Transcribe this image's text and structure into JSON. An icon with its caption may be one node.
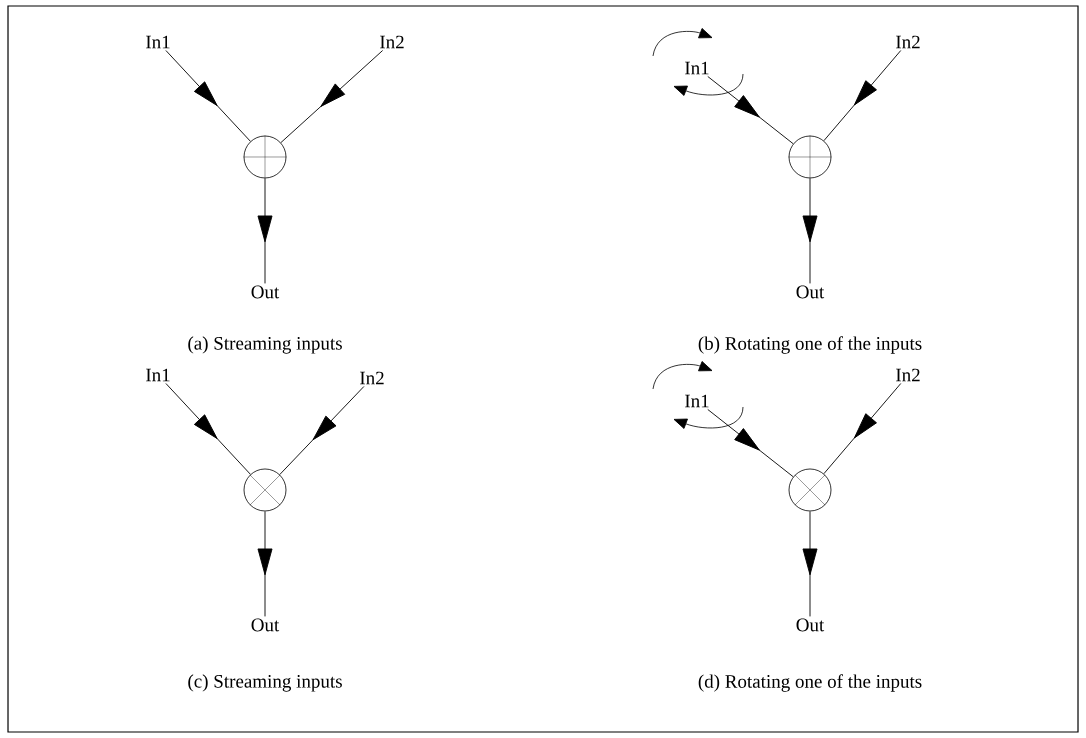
{
  "diagram": {
    "nodes": [
      {
        "text": [
          "In1"
        ]
      },
      {
        "text": [
          "In2"
        ]
      },
      {
        "text": [],
        "shape": "circle"
      },
      {
        "text": [
          "Out"
        ]
      },
      {
        "text": [
          "In1"
        ]
      },
      {
        "text": [
          "In2"
        ]
      },
      {
        "text": [],
        "shape": "circle"
      },
      {
        "text": [
          "Out"
        ]
      },
      {
        "text": [
          "In1"
        ]
      },
      {
        "text": [
          "In2"
        ]
      },
      {
        "text": [],
        "shape": "circle"
      },
      {
        "text": [
          "Out"
        ]
      },
      {
        "text": [
          "In1"
        ]
      },
      {
        "text": [
          "In2"
        ]
      },
      {
        "text": [],
        "shape": "circle"
      },
      {
        "text": [
          "Out"
        ]
      }
    ],
    "edges": [
      {
        "from": 0,
        "to": 2,
        "arrow": "to"
      },
      {
        "from": 1,
        "to": 2,
        "arrow": "to"
      },
      {
        "from": 2,
        "to": 3,
        "arrow": "to"
      },
      {
        "from": 4,
        "to": 6,
        "arrow": "to"
      },
      {
        "from": 5,
        "to": 6,
        "arrow": "to"
      },
      {
        "from": 6,
        "to": 7,
        "arrow": "to"
      },
      {
        "from": 8,
        "to": 10,
        "arrow": "to"
      },
      {
        "from": 9,
        "to": 10,
        "arrow": "to"
      },
      {
        "from": 10,
        "to": 11,
        "arrow": "to"
      },
      {
        "from": 12,
        "to": 14,
        "arrow": "to"
      },
      {
        "from": 13,
        "to": 14,
        "arrow": "to"
      },
      {
        "from": 14,
        "to": 15,
        "arrow": "to"
      }
    ],
    "labels": [
      "(a) Streaming inputs",
      "(b) Rotating one of the inputs",
      "(c) Streaming inputs",
      "(d) Rotating one of the inputs"
    ]
  }
}
